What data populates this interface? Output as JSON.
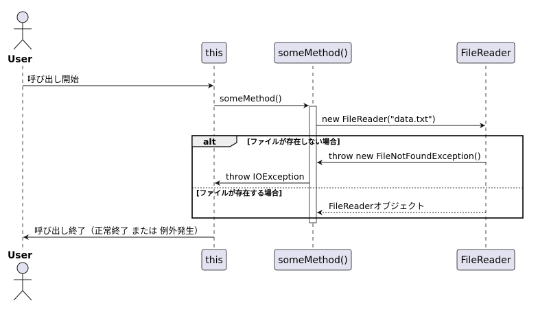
{
  "participants": {
    "user": "User",
    "this": "this",
    "some_method": "someMethod()",
    "file_reader": "FileReader"
  },
  "messages": {
    "m1": "呼び出し開始",
    "m2": "someMethod()",
    "m3": "new FileReader(\"data.txt\")",
    "m4": "throw new FileNotFoundException()",
    "m5": "throw IOException",
    "m6": "FileReaderオブジェクト",
    "m7": "呼び出し終了（正常終了 または 例外発生）"
  },
  "alt_fragment": {
    "label": "alt",
    "guard1": "[ファイルが存在しない場合]",
    "guard2": "[ファイルが存在する場合]"
  },
  "colors": {
    "participant_fill": "#e2e2f0",
    "participant_stroke": "#181818",
    "lifeline": "#181818"
  }
}
